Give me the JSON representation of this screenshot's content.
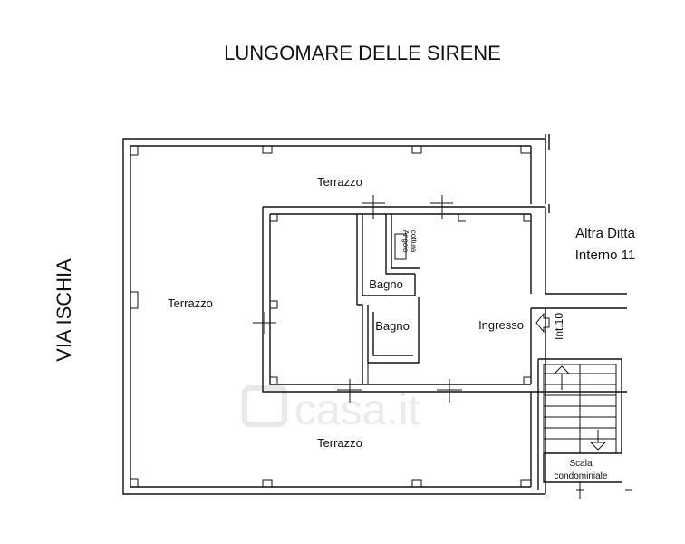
{
  "plan": {
    "street_top": "LUNGOMARE DELLE SIRENE",
    "street_left": "VIA ISCHIA",
    "rooms": {
      "terrace_top": "Terrazzo",
      "terrace_left": "Terrazzo",
      "terrace_bottom": "Terrazzo",
      "bath_1": "Bagno",
      "bath_2": "Bagno",
      "kitchen_line1": "Angolo",
      "kitchen_line2": "cottura",
      "entrance": "Ingresso",
      "unit_entry": "Int.10"
    },
    "neighbor": {
      "line1": "Altra Ditta",
      "line2": "Interno 11"
    },
    "stairs": {
      "line1": "Scala",
      "line2": "condominiale"
    },
    "watermark": "casa.it"
  }
}
